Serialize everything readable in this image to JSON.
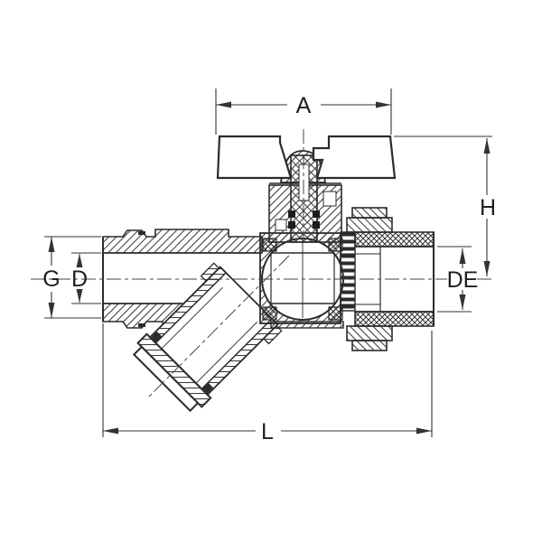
{
  "figure": {
    "kind": "technical cross-section drawing",
    "colors": {
      "background": "#ffffff",
      "outline": "#2b2b2b",
      "dimension_line": "#333333",
      "hatch": "#3a3a3a"
    },
    "dimension_labels": {
      "a": "A",
      "h": "H",
      "g": "G",
      "d": "D",
      "de": "DE",
      "l": "L"
    }
  }
}
